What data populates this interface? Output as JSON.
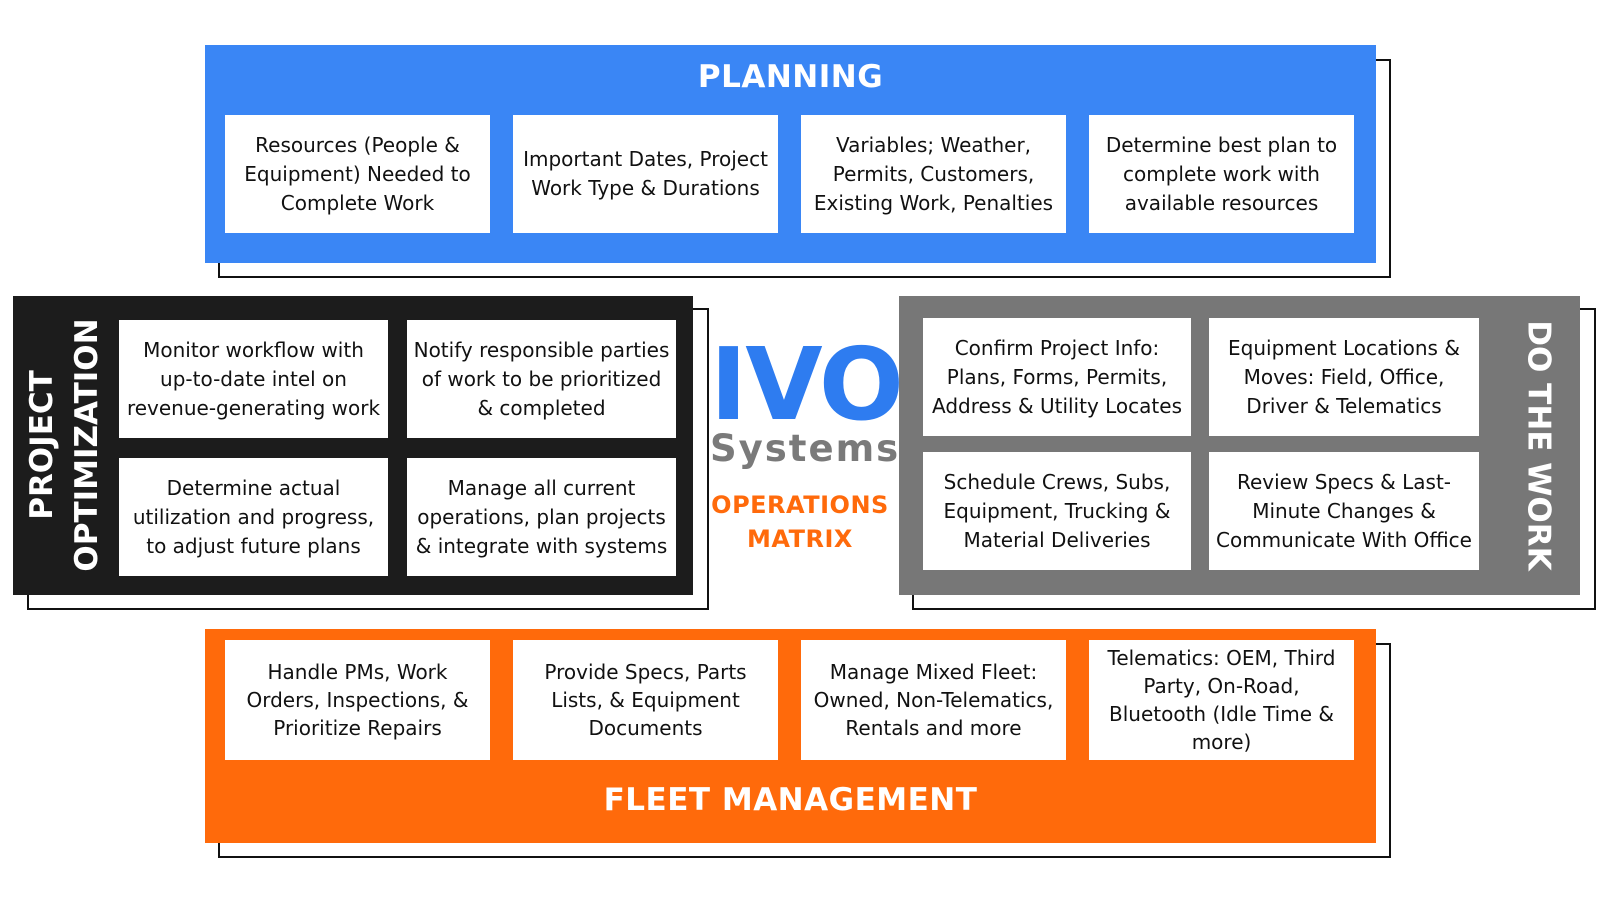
{
  "colors": {
    "planning": "#3a86f5",
    "optimization": "#1c1c1c",
    "do_the_work": "#777777",
    "fleet": "#ff6a0b",
    "logo_blue": "#2e7cf0",
    "logo_gray": "#7a7a7a",
    "logo_orange": "#ff6a0b"
  },
  "planning": {
    "title": "PLANNING",
    "items": [
      "Resources (People & Equipment) Needed to Complete Work",
      "Important Dates, Project Work Type & Durations",
      "Variables; Weather, Permits, Customers, Existing Work, Penalties",
      "Determine best plan to complete work with available resources"
    ]
  },
  "optimization": {
    "title_line1": "PROJECT",
    "title_line2": "OPTIMIZATION",
    "items": [
      "Monitor workflow with up-to-date intel on revenue-generating work",
      "Notify responsible parties of work to be prioritized & completed",
      "Determine actual utilization and progress, to adjust future plans",
      "Manage all current operations, plan projects & integrate with systems"
    ]
  },
  "logo": {
    "brand": "IVO",
    "sub": "Systems",
    "caption_line1": "OPERATIONS",
    "caption_line2": "MATRIX"
  },
  "do_the_work": {
    "title": "DO THE WORK",
    "items": [
      "Confirm Project Info: Plans, Forms, Permits, Address & Utility Locates",
      "Equipment Locations & Moves: Field, Office, Driver & Telematics",
      "Schedule Crews, Subs, Equipment, Trucking & Material Deliveries",
      "Review Specs & Last-Minute Changes & Communicate With Office"
    ]
  },
  "fleet": {
    "title": "FLEET MANAGEMENT",
    "items": [
      "Handle PMs, Work Orders, Inspections, & Prioritize Repairs",
      "Provide Specs, Parts Lists, & Equipment Documents",
      "Manage Mixed Fleet: Owned, Non-Telematics, Rentals and more",
      "Telematics: OEM, Third Party, On-Road, Bluetooth (Idle Time & more)"
    ]
  }
}
